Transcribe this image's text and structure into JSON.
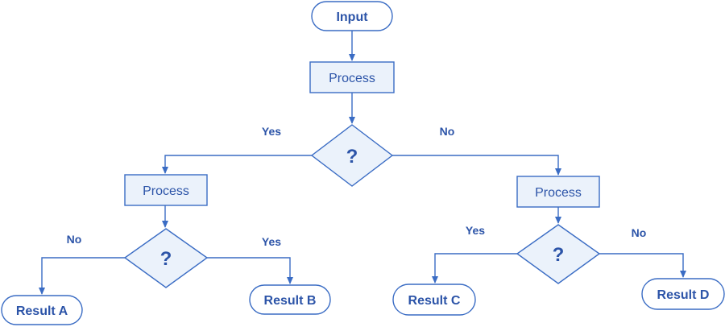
{
  "diagram": {
    "nodes": {
      "input": "Input",
      "process_top": "Process",
      "decision_top": "?",
      "process_left": "Process",
      "decision_left": "?",
      "result_a": "Result A",
      "result_b": "Result B",
      "process_right": "Process",
      "decision_right": "?",
      "result_c": "Result C",
      "result_d": "Result D"
    },
    "edge_labels": {
      "top_yes": "Yes",
      "top_no": "No",
      "left_no": "No",
      "left_yes": "Yes",
      "right_yes": "Yes",
      "right_no": "No"
    }
  },
  "colors": {
    "stroke": "#3a6cc4",
    "text": "#2c54a8",
    "fill": "#ebf2fb"
  }
}
